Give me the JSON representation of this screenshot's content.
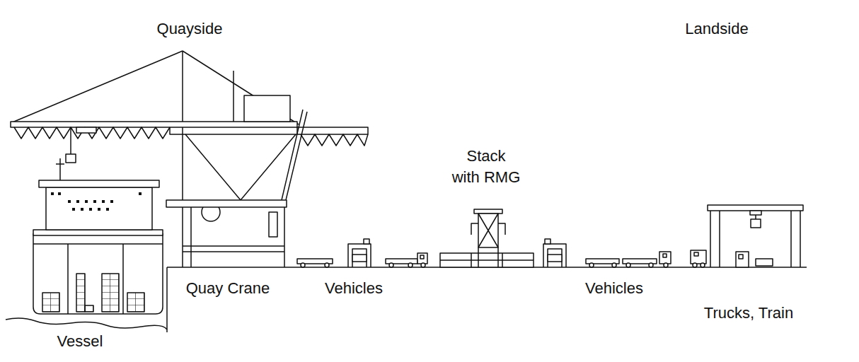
{
  "diagram": {
    "labels": [
      "Quayside",
      "Landside",
      "Stack with RMG",
      "Quay Crane",
      "Vehicles",
      "Vehicles",
      "Trucks, Train",
      "Vessel"
    ]
  }
}
